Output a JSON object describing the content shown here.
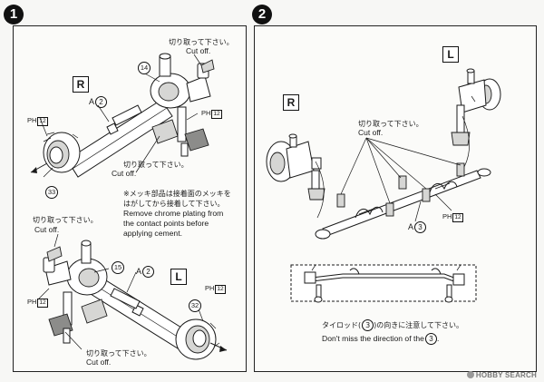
{
  "steps": [
    {
      "number": "1",
      "sides": {
        "right": "R",
        "left": "L"
      },
      "cut_labels": [
        {
          "jp": "切り取って下さい。",
          "en": "Cut off."
        },
        {
          "jp": "切り取って下さい。",
          "en": "Cut off."
        },
        {
          "jp": "切り取って下さい。",
          "en": "Cut off."
        },
        {
          "jp": "切り取って下さい。",
          "en": "Cut off."
        }
      ],
      "part_refs": [
        {
          "letter": "A",
          "num": "2"
        },
        {
          "letter": "A",
          "num": "2"
        }
      ],
      "part_numbers": [
        "14",
        "33",
        "15",
        "32"
      ],
      "ph_label": "PH",
      "ph_num": "12",
      "chrome_note": [
        "※メッキ部品は接着面のメッキを",
        "はがしてから接着して下さい。",
        "Remove chrome plating from",
        "the contact points before",
        "applying cement."
      ]
    },
    {
      "number": "2",
      "sides": {
        "right": "R",
        "left": "L"
      },
      "cut_label": {
        "jp": "切り取って下さい。",
        "en": "Cut off."
      },
      "part_ref": {
        "letter": "A",
        "num": "3"
      },
      "ph_label": "PH",
      "ph_num": "12",
      "note_jp_pre": "タイロッド(",
      "note_jp_num": "3",
      "note_jp_post": ")の向きに注意して下さい。",
      "note_en_pre": "Don't miss the direction of the",
      "note_en_num": "3",
      "note_en_post": "."
    }
  ],
  "watermark": "HOBBY SEARCH"
}
